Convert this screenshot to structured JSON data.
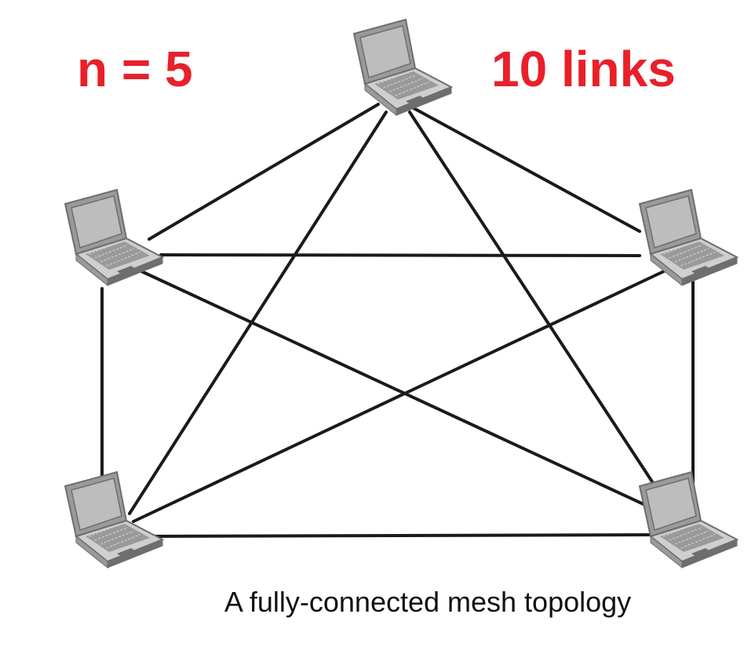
{
  "labels": {
    "node_count": "n = 5",
    "link_count": "10 links",
    "caption": "A fully-connected mesh topology"
  },
  "colors": {
    "accent": "#e8202a",
    "link": "#1a1a1a",
    "caption": "#111111",
    "laptop_body": "#9a9a9a",
    "laptop_dark": "#6e6e6e",
    "laptop_light": "#cfcfcf",
    "laptop_screen": "#bdbdbd"
  },
  "nodes": [
    {
      "id": "top",
      "icon": "laptop-icon"
    },
    {
      "id": "upper-left",
      "icon": "laptop-icon"
    },
    {
      "id": "upper-right",
      "icon": "laptop-icon"
    },
    {
      "id": "lower-left",
      "icon": "laptop-icon"
    },
    {
      "id": "lower-right",
      "icon": "laptop-icon"
    }
  ],
  "links": [
    {
      "from": "top",
      "to": "upper-left"
    },
    {
      "from": "top",
      "to": "upper-right"
    },
    {
      "from": "top",
      "to": "lower-left"
    },
    {
      "from": "top",
      "to": "lower-right"
    },
    {
      "from": "upper-left",
      "to": "upper-right"
    },
    {
      "from": "upper-left",
      "to": "lower-left"
    },
    {
      "from": "upper-left",
      "to": "lower-right"
    },
    {
      "from": "upper-right",
      "to": "lower-left"
    },
    {
      "from": "upper-right",
      "to": "lower-right"
    },
    {
      "from": "lower-left",
      "to": "lower-right"
    }
  ]
}
